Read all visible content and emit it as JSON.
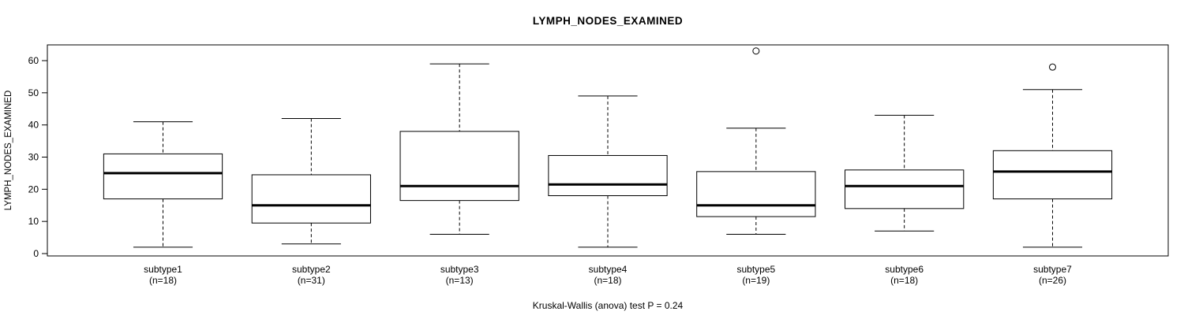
{
  "title": "LYMPH_NODES_EXAMINED",
  "footnote": "Kruskal-Wallis (anova) test P = 0.24",
  "chart_data": {
    "type": "boxplot",
    "title": "LYMPH_NODES_EXAMINED",
    "ylabel": "LYMPH_NODES_EXAMINED",
    "xlabel": "",
    "ylim": [
      0,
      65
    ],
    "yticks": [
      0,
      10,
      20,
      30,
      40,
      50,
      60
    ],
    "grid": false,
    "footnote": "Kruskal-Wallis (anova) test P = 0.24",
    "groups": [
      {
        "label": "subtype1",
        "n_label": "(n=18)",
        "min": 2,
        "q1": 17,
        "median": 25,
        "q3": 31,
        "max": 41,
        "outliers": []
      },
      {
        "label": "subtype2",
        "n_label": "(n=31)",
        "min": 3,
        "q1": 9.5,
        "median": 15,
        "q3": 24.5,
        "max": 42,
        "outliers": []
      },
      {
        "label": "subtype3",
        "n_label": "(n=13)",
        "min": 6,
        "q1": 16.5,
        "median": 21,
        "q3": 38,
        "max": 59,
        "outliers": []
      },
      {
        "label": "subtype4",
        "n_label": "(n=18)",
        "min": 2,
        "q1": 18,
        "median": 21.5,
        "q3": 30.5,
        "max": 49,
        "outliers": []
      },
      {
        "label": "subtype5",
        "n_label": "(n=19)",
        "min": 6,
        "q1": 11.5,
        "median": 15,
        "q3": 25.5,
        "max": 39,
        "outliers": [
          63
        ]
      },
      {
        "label": "subtype6",
        "n_label": "(n=18)",
        "min": 7,
        "q1": 14,
        "median": 21,
        "q3": 26,
        "max": 43,
        "outliers": []
      },
      {
        "label": "subtype7",
        "n_label": "(n=26)",
        "min": 2,
        "q1": 17,
        "median": 25.5,
        "q3": 32,
        "max": 51,
        "outliers": [
          58
        ]
      }
    ],
    "colors": {
      "stroke": "#000000",
      "box_fill": "#ffffff",
      "background": "#ffffff"
    }
  }
}
